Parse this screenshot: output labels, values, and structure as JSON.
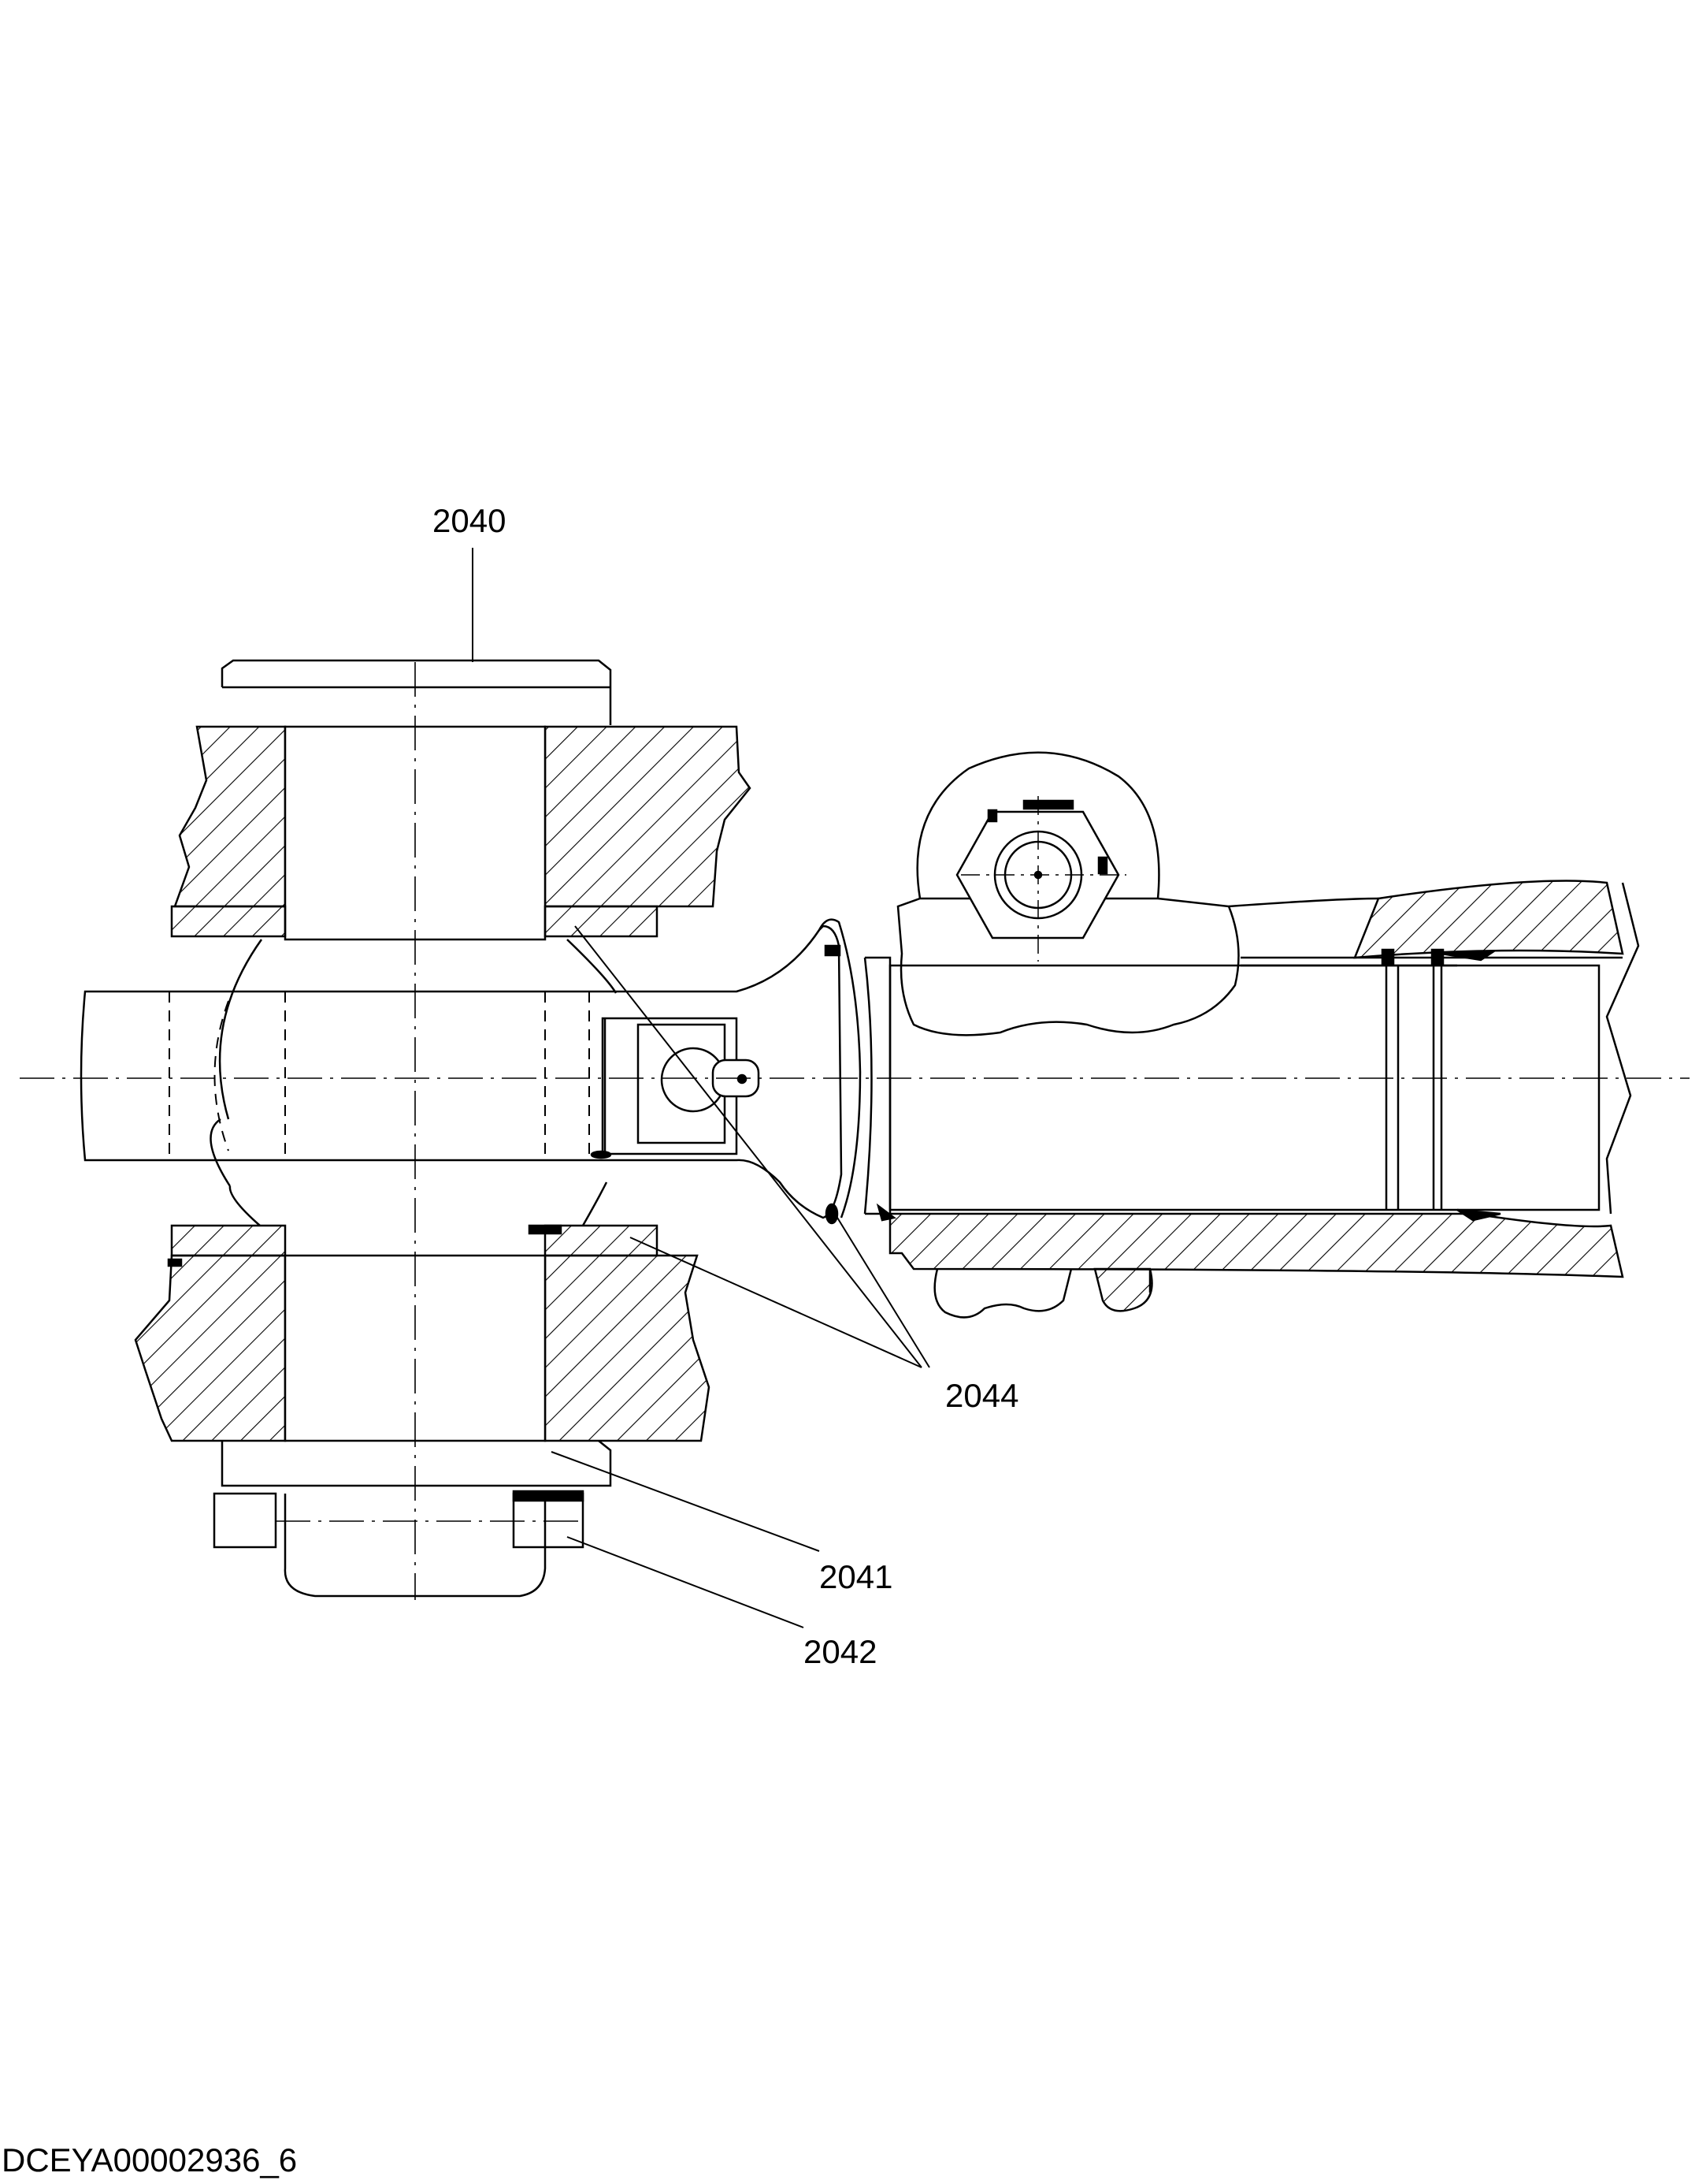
{
  "callouts": {
    "part_2040": "2040",
    "part_2041": "2041",
    "part_2042": "2042",
    "part_2044": "2044"
  },
  "document_id": "DCEYA00002936_6",
  "colors": {
    "line": "#000000",
    "background": "#ffffff"
  }
}
